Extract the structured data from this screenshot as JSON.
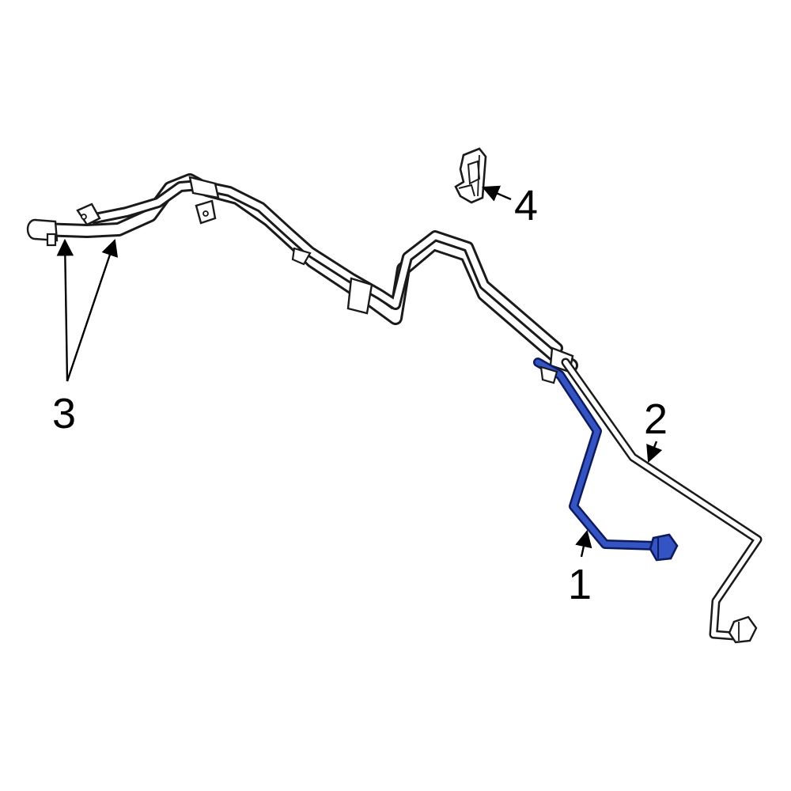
{
  "callouts": {
    "part1": "1",
    "part2": "2",
    "part3": "3",
    "part4": "4"
  },
  "colors": {
    "highlight": "#3554c4",
    "highlight_outline": "#0e1a5e",
    "line": "#1a1a1a",
    "background": "#ffffff"
  }
}
